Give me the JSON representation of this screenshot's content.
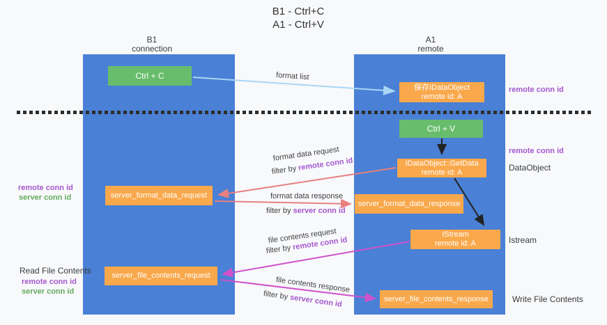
{
  "diagram": {
    "title_line1": "B1 - Ctrl+C",
    "title_line2": "A1 - Ctrl+V",
    "left_column": {
      "name": "B1",
      "subtitle": "connection"
    },
    "right_column": {
      "name": "A1",
      "subtitle": "remote"
    },
    "boxes": {
      "ctrl_c": "Ctrl + C",
      "ctrl_v": "Ctrl + V",
      "save_idataobject_line1": "保存IDataObject",
      "save_idataobject_line2": "remote id: A",
      "getdata_line1": "IDataObject::GetData",
      "getdata_line2": "remote id: A",
      "istream_line1": "IStream",
      "istream_line2": "remote id: A",
      "server_format_data_request": "server_format_data_request",
      "server_format_data_response": "server_format_data_response",
      "server_file_contents_request": "server_file_contents_request",
      "server_file_contents_response": "server_file_contents_response"
    },
    "arrow_labels": {
      "format_list": "format list",
      "format_data_request": "format data request",
      "format_data_response": "format data response",
      "file_contents_request": "file contents request",
      "file_contents_response": "file contents response",
      "filter_by": "filter by ",
      "remote_conn_id": "remote conn id",
      "server_conn_id": "server conn id"
    },
    "side_labels": {
      "remote_conn_id_top_right": "remote conn id",
      "remote_conn_id_mid_right": "remote conn id",
      "dataobject": "DataObject",
      "istream": "Istream",
      "write_file_contents": "Write File Contents",
      "read_file_contents": "Read File Contents",
      "remote_conn_id_left_mid": "remote conn id",
      "server_conn_id_left_mid": "server conn id",
      "remote_conn_id_left_bottom": "remote conn id",
      "server_conn_id_left_bottom": "server conn id"
    },
    "colors": {
      "lifeline_blue": "#4a80d5",
      "box_green": "#68bd6d",
      "box_orange": "#f9a84b",
      "arrow_lightblue": "#a9d7f5",
      "arrow_salmon": "#e88080",
      "arrow_magenta": "#cf52cb",
      "arrow_black": "#222222",
      "text_purple": "#a558ce",
      "text_green": "#63aa5f"
    }
  }
}
